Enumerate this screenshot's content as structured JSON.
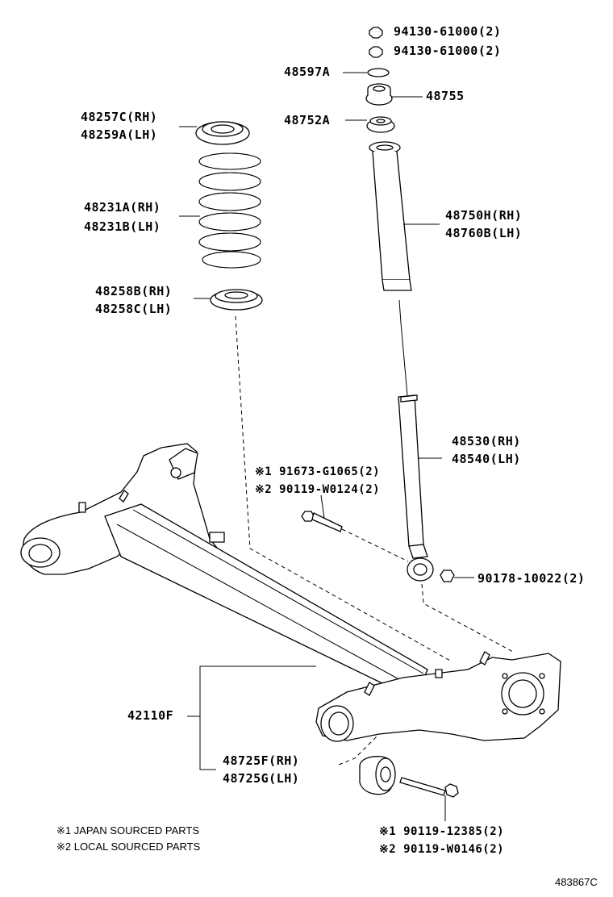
{
  "labels": {
    "nut_1": "94130-61000(2)",
    "nut_2": "94130-61000(2)",
    "washer": "48597A",
    "cushion": "48755",
    "cushion_2": "48752A",
    "spring_insulator_upper_rh": "48257C(RH)",
    "spring_insulator_upper_lh": "48259A(LH)",
    "spring_rh": "48231A(RH)",
    "spring_lh": "48231B(LH)",
    "boot_rh": "48750H(RH)",
    "boot_lh": "48760B(LH)",
    "spring_insulator_lower_rh": "48258B(RH)",
    "spring_insulator_lower_lh": "48258C(LH)",
    "absorber_rh": "48530(RH)",
    "absorber_lh": "48540(LH)",
    "bolt_upper_1": "※1 91673-G1065(2)",
    "bolt_upper_2": "※2 90119-W0124(2)",
    "nut_lower": "90178-10022(2)",
    "beam": "42110F",
    "bush_rh": "48725F(RH)",
    "bush_lh": "48725G(LH)",
    "bolt_lower_1": "※1 90119-12385(2)",
    "bolt_lower_2": "※2 90119-W0146(2)"
  },
  "notes": {
    "note_1": "※1 JAPAN SOURCED PARTS",
    "note_2": "※2 LOCAL SOURCED PARTS"
  },
  "figure_id": "483867C"
}
